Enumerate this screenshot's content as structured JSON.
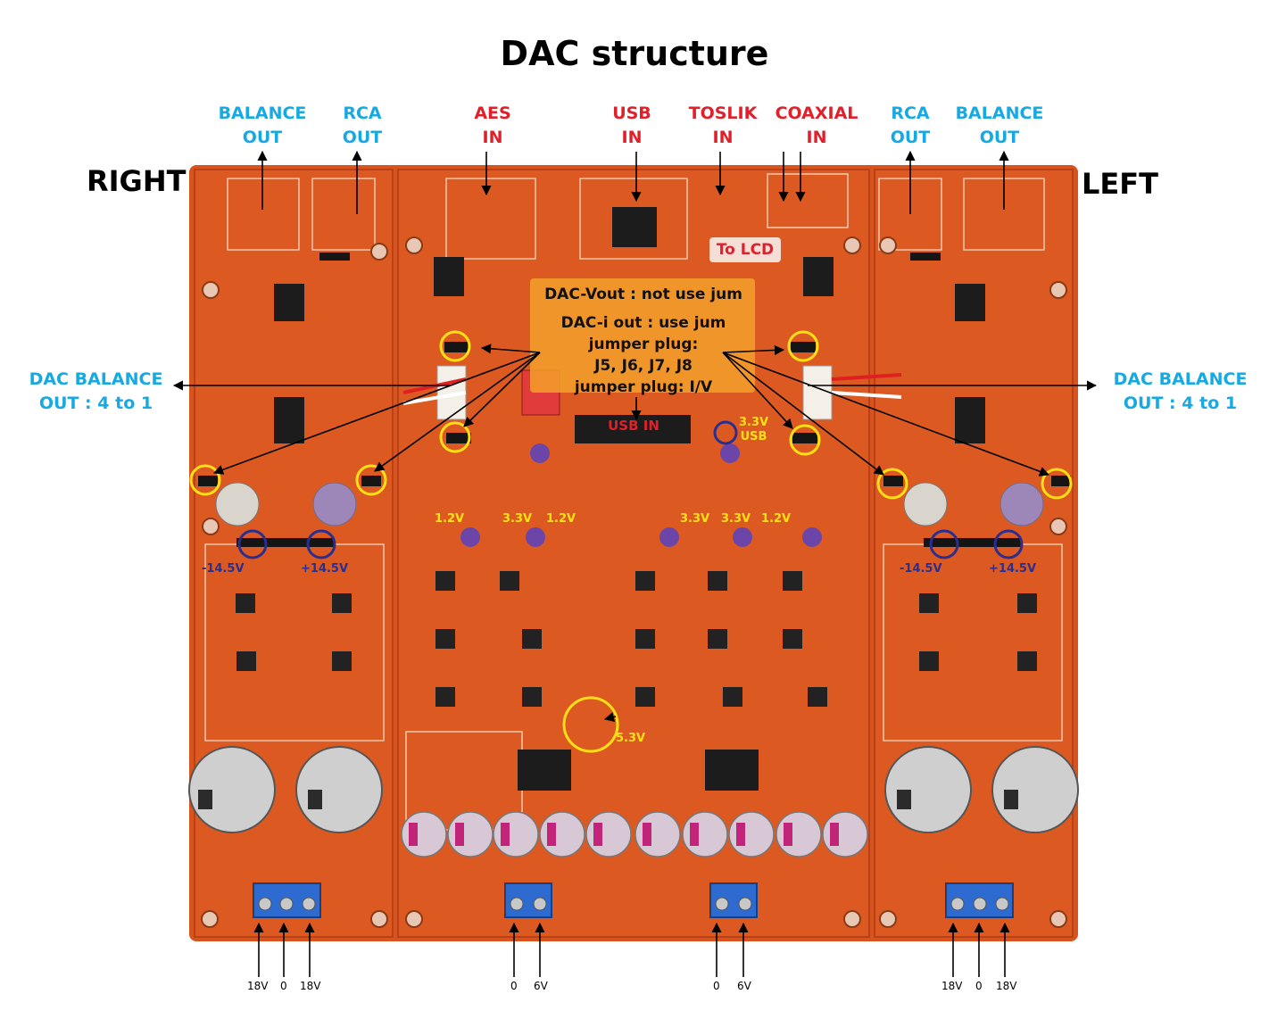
{
  "title": "DAC structure",
  "sides": {
    "right": "RIGHT",
    "left": "LEFT"
  },
  "top_labels": [
    {
      "l1": "BALANCE",
      "l2": "OUT",
      "color": "#17a9e1"
    },
    {
      "l1": "RCA",
      "l2": "OUT",
      "color": "#17a9e1"
    },
    {
      "l1": "AES",
      "l2": "IN",
      "color": "#e0202a"
    },
    {
      "l1": "USB",
      "l2": "IN",
      "color": "#e0202a"
    },
    {
      "l1": "TOSLIK",
      "l2": "IN",
      "color": "#e0202a"
    },
    {
      "l1": "COAXIAL",
      "l2": "IN",
      "color": "#e0202a"
    },
    {
      "l1": "RCA",
      "l2": "OUT",
      "color": "#17a9e1"
    },
    {
      "l1": "BALANCE",
      "l2": "OUT",
      "color": "#17a9e1"
    }
  ],
  "dac_balance": {
    "l1": "DAC BALANCE",
    "l2": "OUT : 4 to 1"
  },
  "info_box": {
    "line1": "DAC-Vout : not use jum",
    "line2": "DAC-i out : use jum",
    "line3": "jumper plug:",
    "line4": "J5, J6, J7, J8",
    "line5": "jumper plug:  I/V"
  },
  "to_lcd": "To LCD",
  "usb_in": "USB IN",
  "usb_33": {
    "l1": "3.3V",
    "l2": "USB"
  },
  "voltages": {
    "v1": "1.2V",
    "v2": "3.3V",
    "v3": "1.2V",
    "v4": "3.3V",
    "v5": "3.3V",
    "v6": "1.2V",
    "v53": "5.3V"
  },
  "rails": {
    "neg": "-14.5V",
    "pos": "+14.5V"
  },
  "bottom_labels": [
    "18V",
    "0",
    "18V",
    "0",
    "6V",
    "0",
    "6V",
    "18V",
    "0",
    "18V"
  ],
  "colors": {
    "board": "#d9541c",
    "highlight": "#ffe014",
    "rail_marker": "#2a2f8f",
    "input_red": "#e0202a",
    "output_blue": "#17a9e1"
  }
}
